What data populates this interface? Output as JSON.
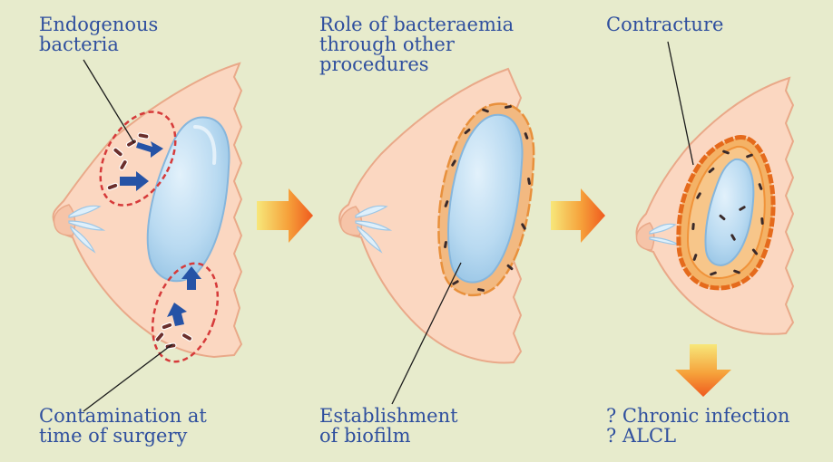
{
  "labels": {
    "endogenous_bacteria": "Endogenous\nbacteria",
    "contamination": "Contamination at\ntime of surgery",
    "bacteraemia": "Role of bacteraemia\nthrough other\nprocedures",
    "biofilm": "Establishment\nof biofilm",
    "contracture": "Contracture",
    "outcome_chronic_infection": "? Chronic infection",
    "outcome_alcl": "? ALCL"
  },
  "colors": {
    "background": "#e7ebcc",
    "skin": "#fbd7c1",
    "skin_outline": "#e9a989",
    "implant": "#b9daf1",
    "implant_edge": "#86b6dc",
    "biofilm": "#f2b981",
    "contracture": "#f08a2c",
    "bacteria": "#6b2f2c",
    "infection_zone": "#d63a3a",
    "arrow_blue": "#2553a6",
    "text": "#2f4f9e",
    "process_arrow_start": "#f7e77a",
    "process_arrow_end": "#ef6a20"
  },
  "icons": {
    "process_arrow": "right-arrow-gradient",
    "outcome_arrow": "down-arrow-gradient",
    "bacteria_marker": "bacterium-rod"
  }
}
